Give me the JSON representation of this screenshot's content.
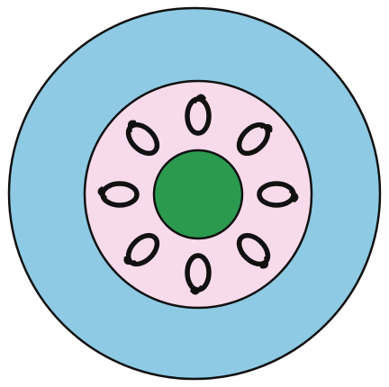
{
  "diagram": {
    "colors": {
      "background": "#ffffff",
      "outer_ring": "#8ecae3",
      "inner_disc": "#f8dbeb",
      "center_core": "#2b9a4f",
      "outline": "#111111",
      "loop": "#111111"
    },
    "loop_count": 8,
    "shapes": [
      "outer-ring",
      "inner-disc",
      "center-core",
      "loop-ring-of-8"
    ]
  }
}
